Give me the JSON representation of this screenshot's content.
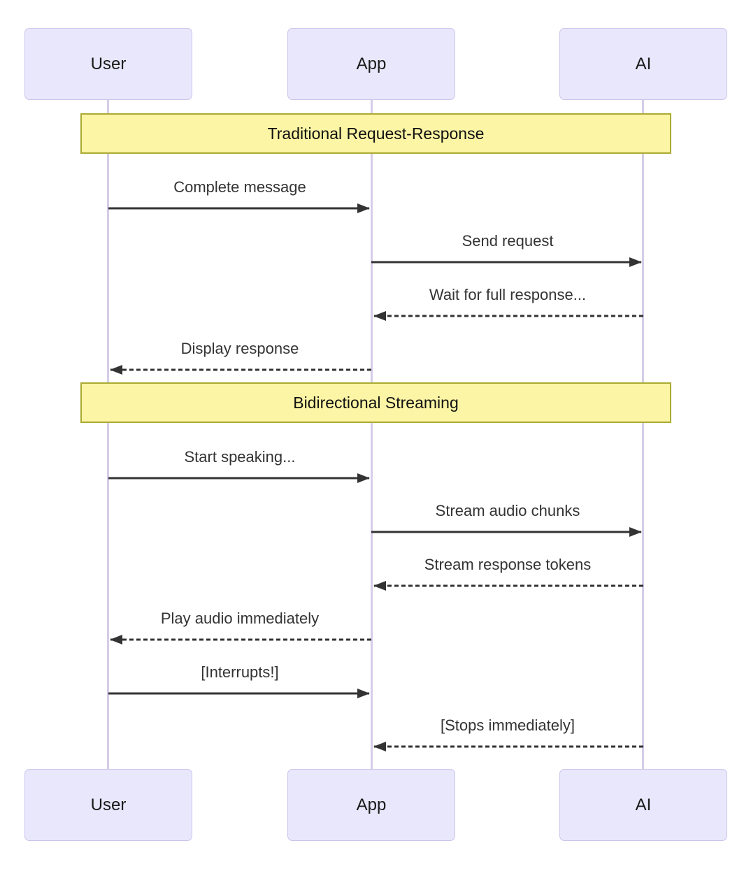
{
  "diagram": {
    "type": "sequence-diagram",
    "actors": [
      {
        "name": "User"
      },
      {
        "name": "App"
      },
      {
        "name": "AI"
      }
    ],
    "sections": [
      {
        "title": "Traditional Request-Response"
      },
      {
        "title": "Bidirectional Streaming"
      }
    ],
    "messages": [
      {
        "label": "Complete message",
        "from": "User",
        "to": "App",
        "line": "solid"
      },
      {
        "label": "Send request",
        "from": "App",
        "to": "AI",
        "line": "solid"
      },
      {
        "label": "Wait for full response...",
        "from": "AI",
        "to": "App",
        "line": "dashed"
      },
      {
        "label": "Display response",
        "from": "App",
        "to": "User",
        "line": "dashed"
      },
      {
        "label": "Start speaking...",
        "from": "User",
        "to": "App",
        "line": "solid"
      },
      {
        "label": "Stream audio chunks",
        "from": "App",
        "to": "AI",
        "line": "solid"
      },
      {
        "label": "Stream response tokens",
        "from": "AI",
        "to": "App",
        "line": "dashed"
      },
      {
        "label": "Play audio immediately",
        "from": "App",
        "to": "User",
        "line": "dashed"
      },
      {
        "label": "[Interrupts!]",
        "from": "User",
        "to": "App",
        "line": "solid"
      },
      {
        "label": "[Stops immediately]",
        "from": "AI",
        "to": "App",
        "line": "dashed"
      }
    ],
    "colors": {
      "background": "#FFFFFF",
      "actor_fill": "#E9E7FB",
      "actor_border": "#CDC4EC",
      "lifeline": "#D5CDE8",
      "section_fill": "#FCF5A5",
      "section_border": "#AAAA33",
      "arrow": "#333333",
      "text": "#333333"
    }
  }
}
